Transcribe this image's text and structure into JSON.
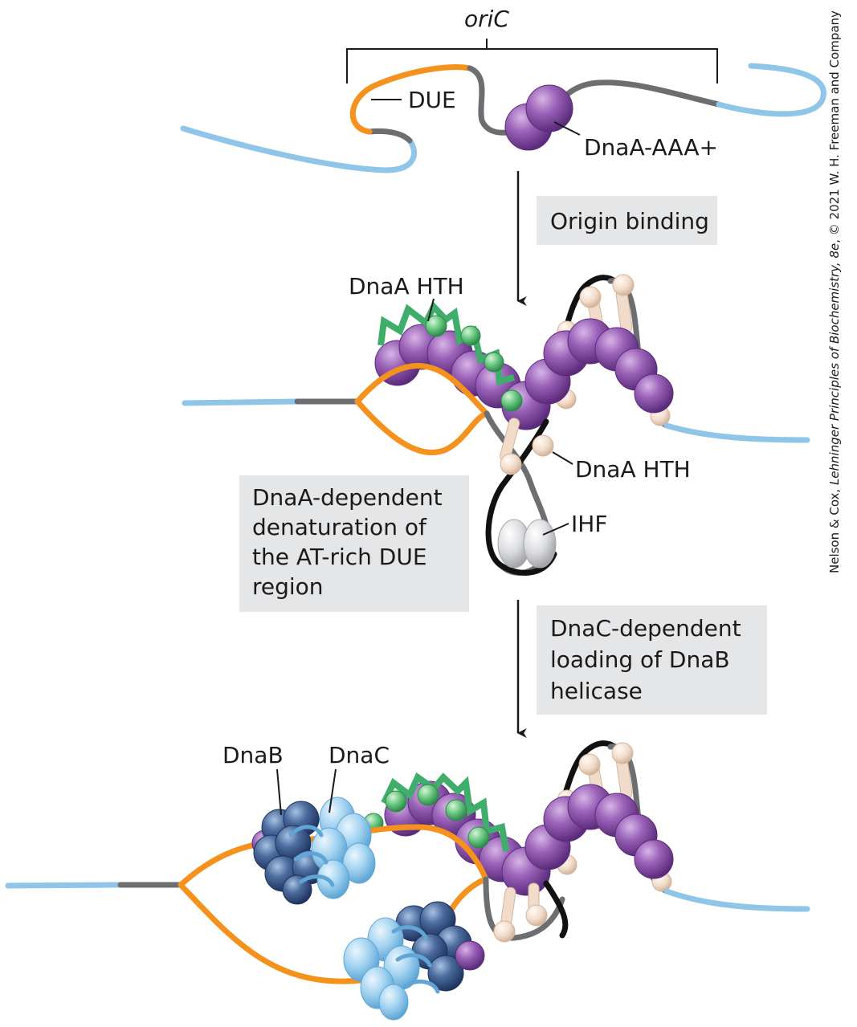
{
  "labels": {
    "oric": "oriC",
    "due": "DUE",
    "dnaa_aaa": "DnaA-AAA+",
    "dnaa_hth_top": "DnaA HTH",
    "dnaa_hth_mid": "DnaA HTH",
    "ihf": "IHF",
    "dnab": "DnaB",
    "dnac": "DnaC"
  },
  "steps": {
    "step1": [
      "Origin binding"
    ],
    "step2": [
      "DnaA-dependent",
      "denaturation of",
      "the AT-rich DUE",
      "region"
    ],
    "step3": [
      "DnaC-dependent",
      "loading of DnaB",
      "helicase"
    ]
  },
  "credit": {
    "prefix": "Nelson & Cox, ",
    "book": "Lehninger Principles of Biochemistry, 8e",
    "suffix": ", © 2021 W. H. Freeman and Company"
  },
  "colors": {
    "dna_outer": "#8ec5e8",
    "dna_oric": "#6d6e71",
    "due": "#f5921e",
    "loop_black": "#111111",
    "dnaa_purple": "#8a56a9",
    "hth_green": "#3fae6a",
    "hth_bead": "#8fd49a",
    "dnab_dark": "#3d5b8e",
    "dnac_light": "#9fd0ef",
    "ihf_gray": "#d9dadc",
    "bead_tan": "#f1dccb",
    "box_gray": "#e5e6e8"
  }
}
